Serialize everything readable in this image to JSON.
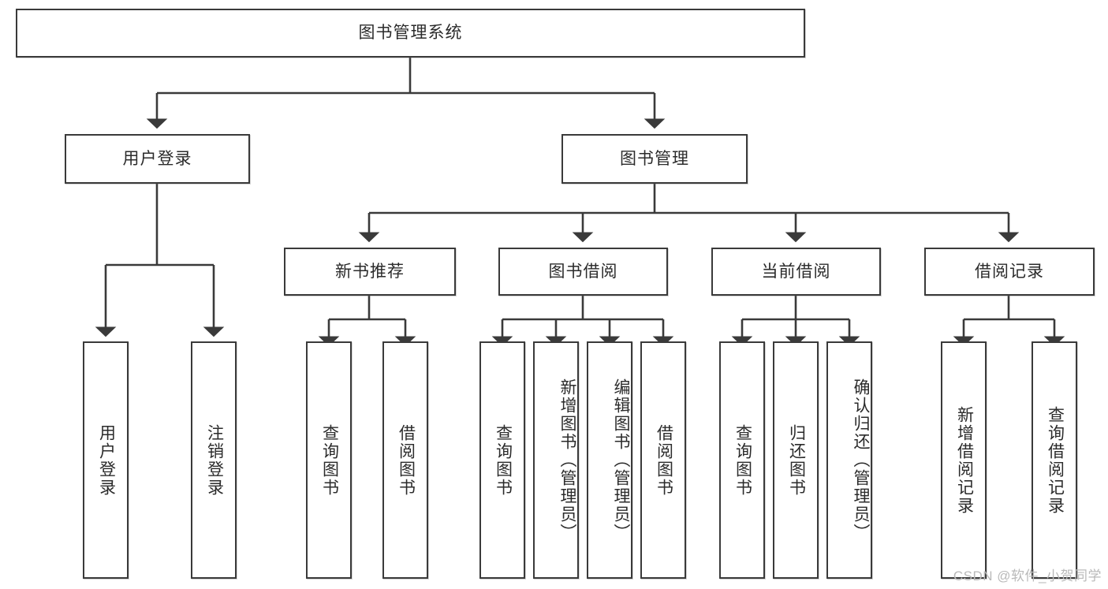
{
  "diagram": {
    "title": "图书管理系统",
    "type": "tree",
    "watermark": "CSDN @软件_小贺同学",
    "colors": {
      "stroke": "#3a3a3a",
      "fill": "#ffffff",
      "text": "#2b2b2b",
      "watermark": "#b9b9b9"
    },
    "nodes": {
      "root": {
        "label": "图书管理系统"
      },
      "level2": [
        {
          "id": "user-login",
          "label": "用户登录"
        },
        {
          "id": "book-manage",
          "label": "图书管理"
        }
      ],
      "level3": [
        {
          "id": "new-book-rec",
          "label": "新书推荐"
        },
        {
          "id": "book-borrow",
          "label": "图书借阅"
        },
        {
          "id": "current-borrow",
          "label": "当前借阅"
        },
        {
          "id": "borrow-record",
          "label": "借阅记录"
        }
      ],
      "leaves": {
        "user_login": [
          {
            "id": "leaf-user-login",
            "label": "用户登录"
          },
          {
            "id": "leaf-logout",
            "label": "注销登录"
          }
        ],
        "new_book_rec": [
          {
            "id": "leaf-query-book-1",
            "label": "查询图书"
          },
          {
            "id": "leaf-borrow-book-1",
            "label": "借阅图书"
          }
        ],
        "book_borrow": [
          {
            "id": "leaf-query-book-2",
            "label": "查询图书"
          },
          {
            "id": "leaf-add-book",
            "label": "新增图书（管理员）"
          },
          {
            "id": "leaf-edit-book",
            "label": "编辑图书（管理员）"
          },
          {
            "id": "leaf-borrow-book-2",
            "label": "借阅图书"
          }
        ],
        "current_borrow": [
          {
            "id": "leaf-query-book-3",
            "label": "查询图书"
          },
          {
            "id": "leaf-return-book",
            "label": "归还图书"
          },
          {
            "id": "leaf-confirm-return",
            "label": "确认归还（管理员）"
          }
        ],
        "borrow_record": [
          {
            "id": "leaf-add-record",
            "label": "新增借阅记录"
          },
          {
            "id": "leaf-query-record",
            "label": "查询借阅记录"
          }
        ]
      }
    }
  }
}
